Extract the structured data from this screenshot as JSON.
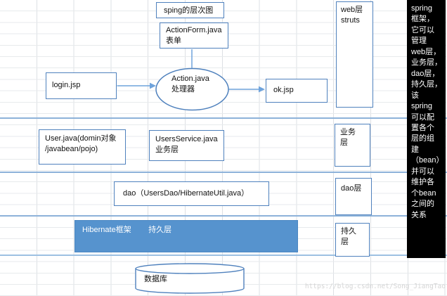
{
  "diagram": {
    "title_box": "sping的层次图",
    "actionform_box": "ActionForm.java\n表单",
    "login_box": "login.jsp",
    "action_ellipse": "Action.java\n处理器",
    "ok_box": "ok.jsp",
    "web_layer_box": "web层\nstruts",
    "user_box": "User.java(domin对象\n/javabean/pojo)",
    "service_box": "UsersService.java\n业务层",
    "business_layer_box": "业务\n层",
    "dao_box": "dao（UsersDao/HibernateUtil.java）",
    "dao_layer_box": "dao层",
    "hibernate_box": "Hibernate框架        持久层",
    "persistence_layer_box": "持久\n层",
    "database_cylinder": "数据库"
  },
  "sidebar": {
    "text": "spring\n框架，\n它可以\n管理\nweb层，\n业务层，\ndao层，\n持久层，\n该\nspring\n可以配\n置各个\n层的组\n建\n（bean）\n并可以\n维护各\n个bean\n之间的\n关系"
  },
  "watermark": "https://blog.csdn.net/Song_JiangTao",
  "colors": {
    "box_border": "#4f81bd",
    "arrow": "#6fa3dc",
    "hibernate_fill": "#5693ce",
    "separator": "#8db2d9",
    "sidebar_bg": "#000000"
  }
}
